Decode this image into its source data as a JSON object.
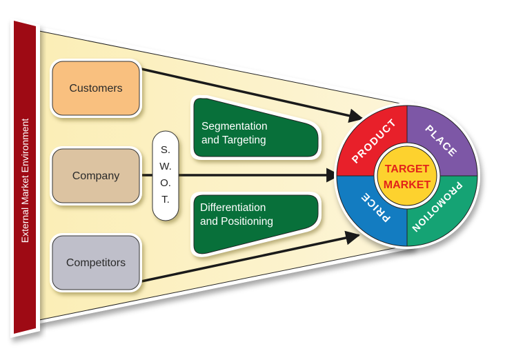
{
  "sidebar": {
    "label": "External Market Environment",
    "color": "#9e0a14"
  },
  "inputs": [
    {
      "label": "Customers",
      "color": "#f9c07f"
    },
    {
      "label": "Company",
      "color": "#dcc3a1"
    },
    {
      "label": "Competitors",
      "color": "#bfbfca"
    }
  ],
  "swot": {
    "letters": [
      "S.",
      "W.",
      "O.",
      "T."
    ]
  },
  "strategies": [
    {
      "line1": "Segmentation",
      "line2": "and Targeting"
    },
    {
      "line1": "Differentiation",
      "line2": "and Positioning"
    }
  ],
  "strategy_color": "#08703a",
  "wheel": {
    "center_line1": "TARGET",
    "center_line2": "MARKET",
    "center_color": "#fdd22e",
    "center_text_color": "#e2231a",
    "segments": [
      {
        "label": "PRODUCT",
        "color": "#e8202a"
      },
      {
        "label": "PLACE",
        "color": "#7d57a6"
      },
      {
        "label": "PROMOTION",
        "color": "#15a374"
      },
      {
        "label": "PRICE",
        "color": "#137cc1"
      }
    ]
  },
  "funnel_color": "#fdf0bc"
}
